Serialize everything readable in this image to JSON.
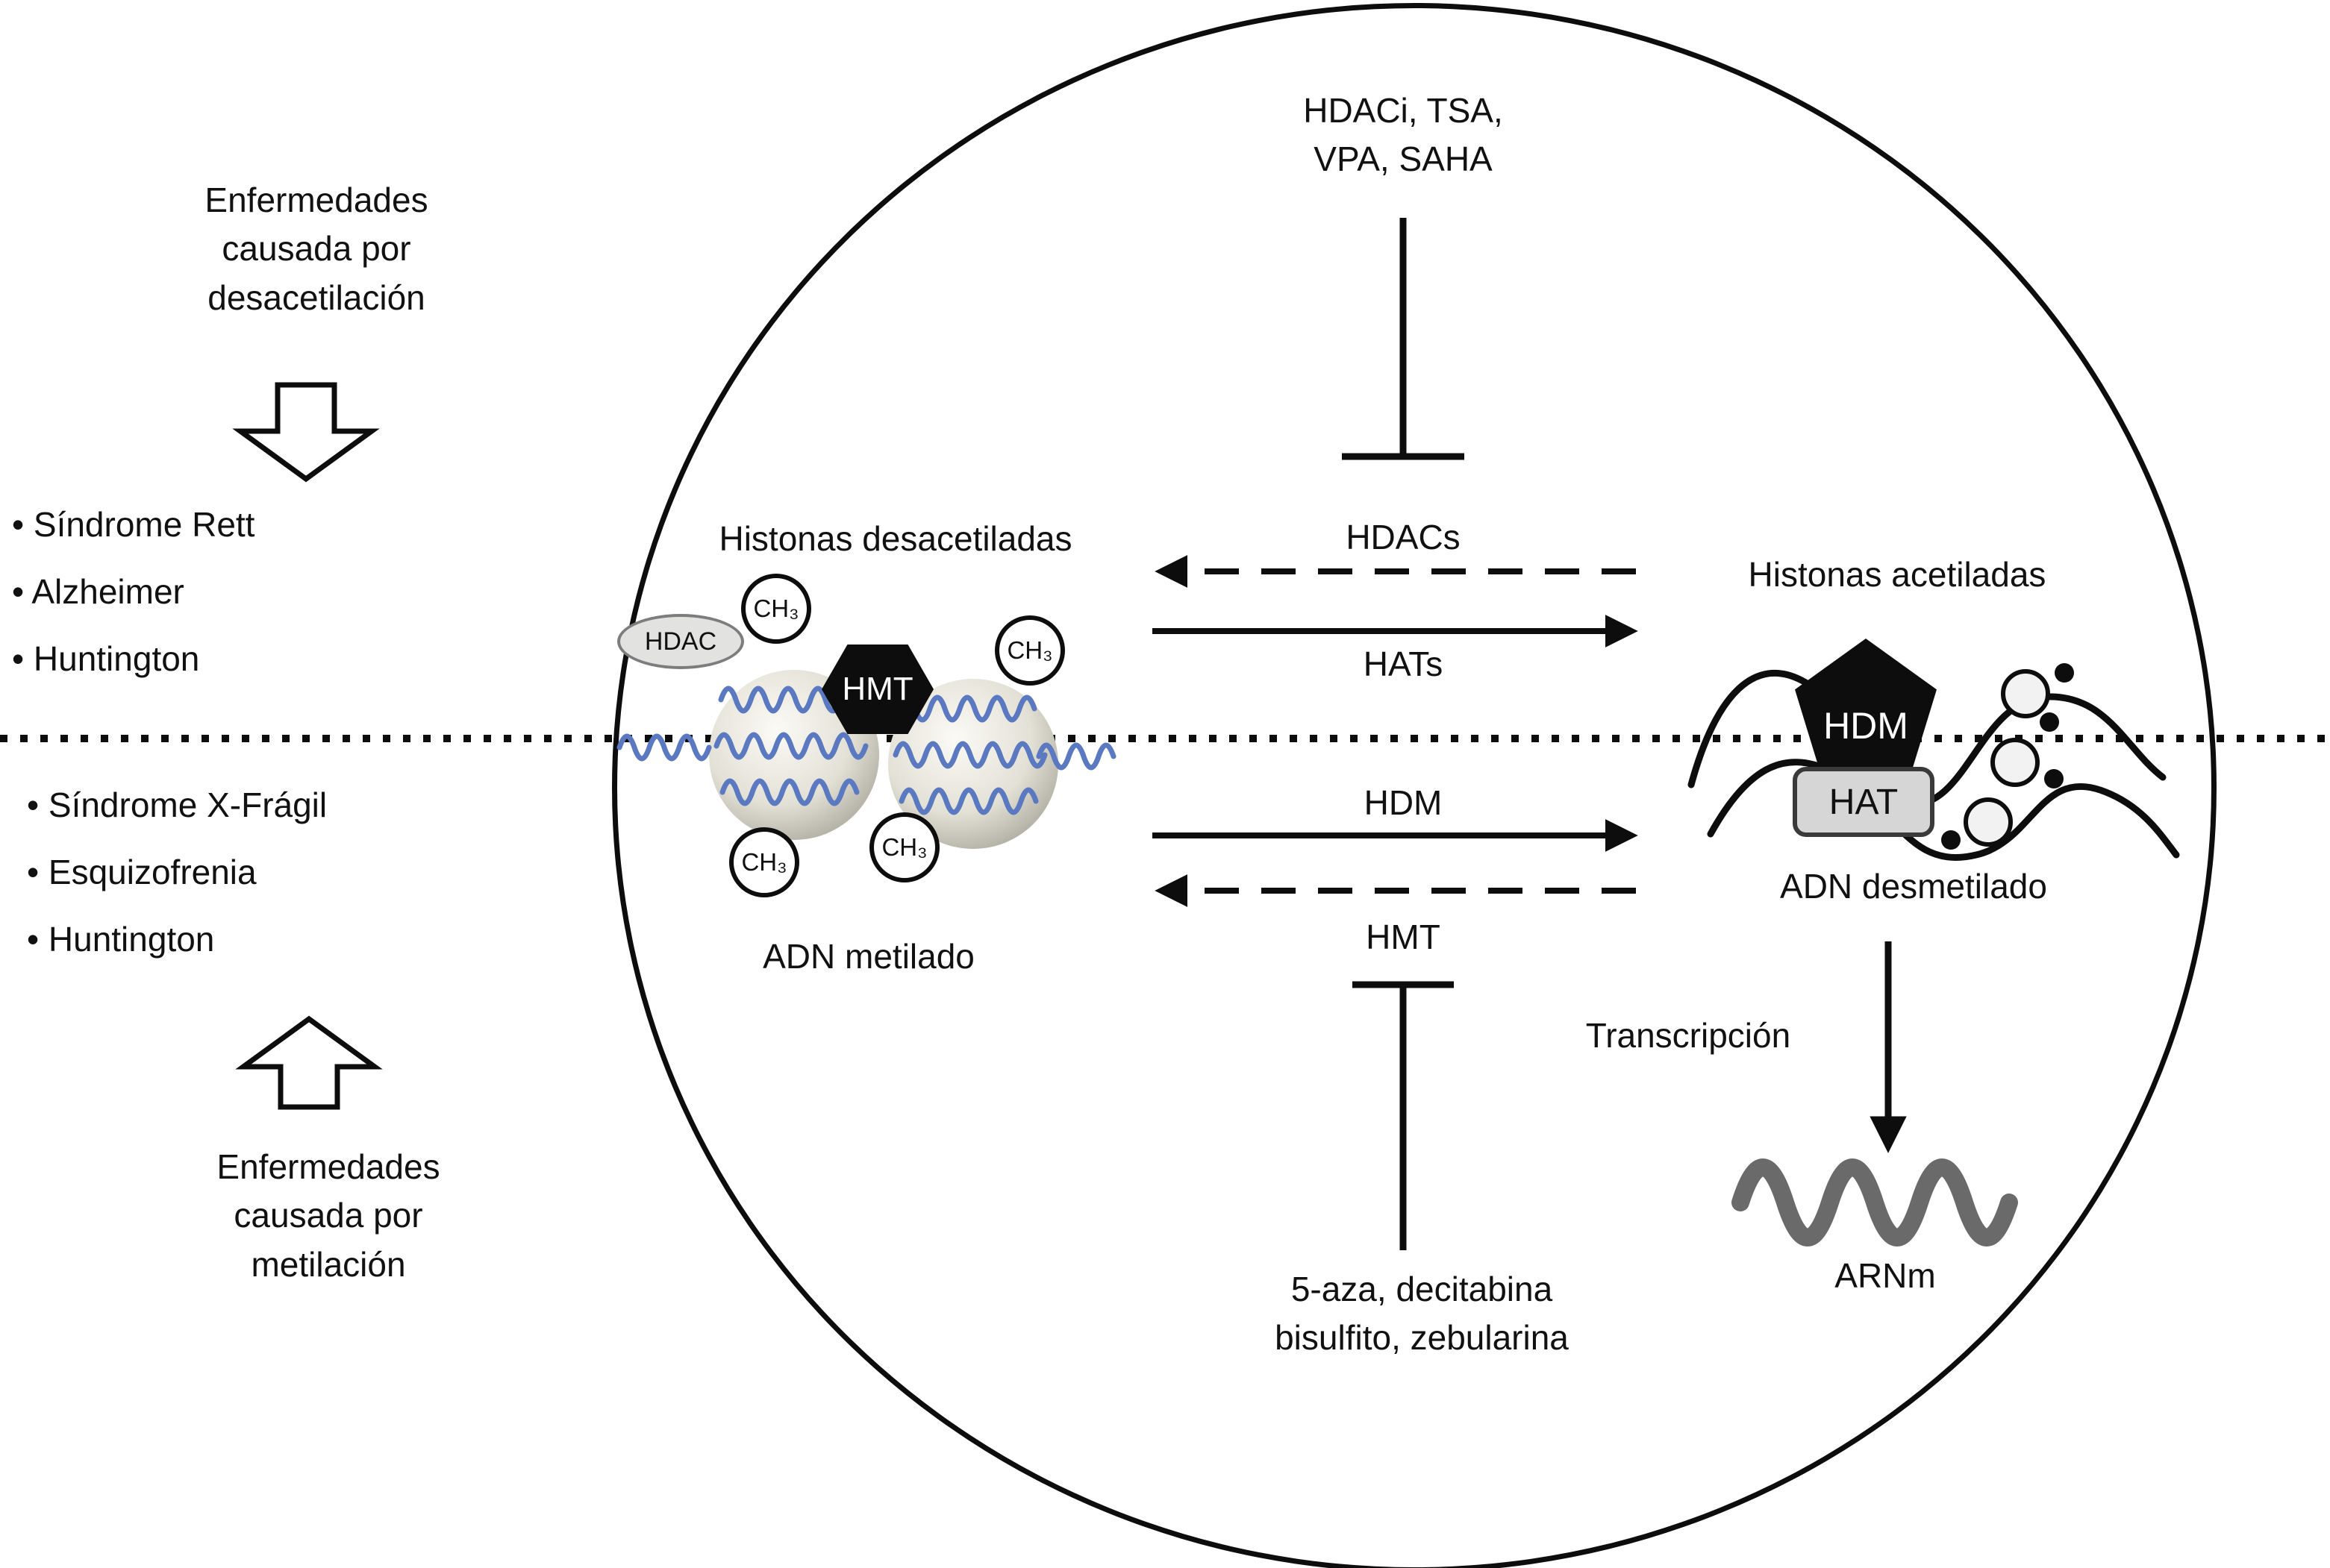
{
  "colors": {
    "ink": "#111111",
    "dna_blue": "#5b79c0",
    "mrna_gray": "#6a6a6a",
    "badge_black": "#0d0d0d",
    "badge_gray": "#d6d6d6"
  },
  "left_panel": {
    "top_caption": {
      "line1": "Enfermedades",
      "line2": "causada por",
      "line3": "desacetilación"
    },
    "top_diseases": [
      "Síndrome Rett",
      "Alzheimer",
      "Huntington"
    ],
    "bottom_diseases": [
      "Síndrome X-Frágil",
      "Esquizofrenia",
      "Huntington"
    ],
    "bottom_caption": {
      "line1": "Enfermedades",
      "line2": "causada por",
      "line3": "metilación"
    }
  },
  "cell": {
    "top_inhibitors": {
      "line1": "HDACi, TSA,",
      "line2": "VPA, SAHA"
    },
    "enzymes": {
      "hdacs": "HDACs",
      "hats": "HATs",
      "hdm": "HDM",
      "hmt": "HMT"
    },
    "bottom_inhibitors": {
      "line1": "5-aza, decitabina",
      "line2": "bisulfito, zebularina"
    },
    "left_complex": {
      "title": "Histonas desacetiladas",
      "hdac_badge": "HDAC",
      "hmt_badge": "HMT",
      "ch3_label": "CH₃",
      "caption": "ADN metilado"
    },
    "right_complex": {
      "title": "Histonas acetiladas",
      "hdm_badge": "HDM",
      "hat_badge": "HAT",
      "caption": "ADN desmetilado",
      "transcription_label": "Transcripción",
      "mrna_label": "ARNm"
    }
  }
}
